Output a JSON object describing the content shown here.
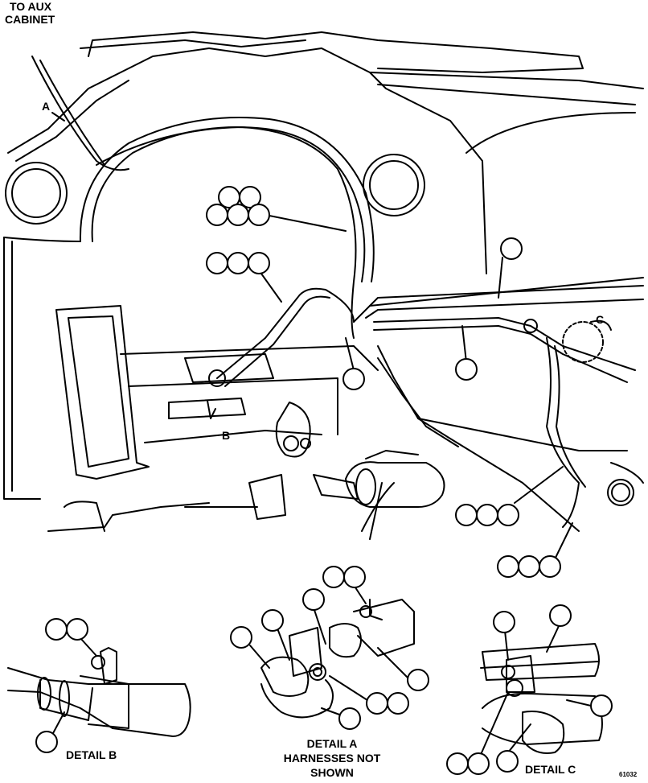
{
  "labels": {
    "to_aux_line1": "TO AUX",
    "to_aux_line2": "CABINET",
    "detail_a_line1": "DETAIL A",
    "detail_a_line2": "HARNESSES NOT",
    "detail_a_line3": "SHOWN",
    "detail_b": "DETAIL B",
    "detail_c": "DETAIL C",
    "letter_a": "A",
    "letter_b": "B",
    "letter_c": "C",
    "drawing_code": "61032"
  }
}
